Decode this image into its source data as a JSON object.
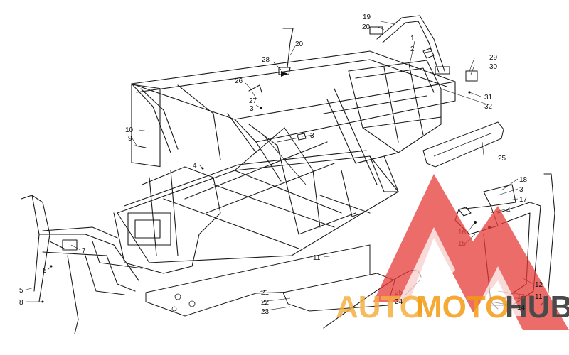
{
  "diagram": {
    "callouts": {
      "c1": "1",
      "c2": "2",
      "c3a": "3",
      "c3b": "3",
      "c3c": "3",
      "c4a": "4",
      "c4b": "4",
      "c5": "5",
      "c6": "6",
      "c7": "7",
      "c8": "8",
      "c9": "9",
      "c10": "10",
      "c11a": "11",
      "c11b": "11",
      "c12": "12",
      "c13": "13",
      "c14": "14",
      "c15": "15",
      "c16": "16",
      "c17": "17",
      "c18": "18",
      "c19": "19",
      "c20a": "20",
      "c20b": "20",
      "c21": "21",
      "c22": "22",
      "c23": "23",
      "c24": "24",
      "c25a": "25",
      "c25b": "25",
      "c26": "26",
      "c27": "27",
      "c28": "28",
      "c29": "29",
      "c30": "30",
      "c31": "31",
      "c32": "32"
    }
  },
  "watermark": {
    "word_part1": "AUTO",
    "word_part2": "MOTO",
    "word_part3": "HUB",
    "colors": {
      "triangle": "#e53935",
      "auto": "#f5b041",
      "moto": "#f39c12",
      "hub": "#4a4a4a"
    }
  }
}
